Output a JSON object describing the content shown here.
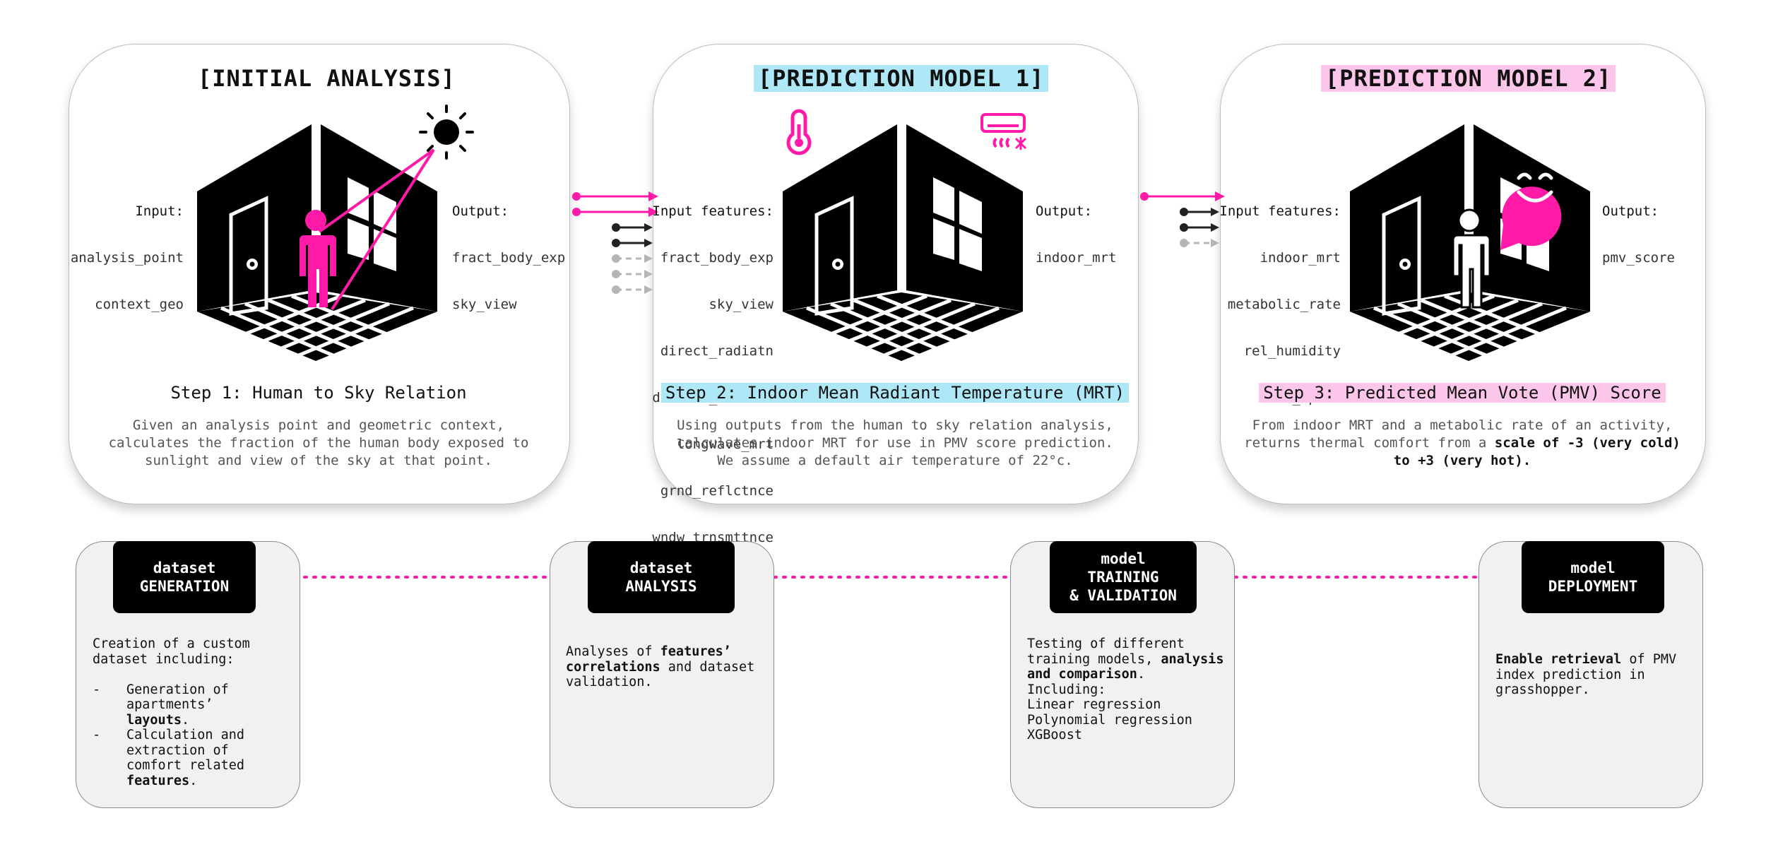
{
  "cards": [
    {
      "title": "[INITIAL ANALYSIS]",
      "input_label": "Input:",
      "inputs": [
        "analysis_point",
        "context_geo"
      ],
      "output_label": "Output:",
      "outputs": [
        "fract_body_exp",
        "sky_view"
      ],
      "step": "Step 1: Human to Sky Relation",
      "description": "Given an analysis point and geometric context, calculates the fraction of the human body exposed to sunlight and view of the sky at that point."
    },
    {
      "title": "[PREDICTION MODEL 1]",
      "input_label": "Input features:",
      "inputs": [
        "fract_body_exp",
        "sky_view",
        "direct_radiatn",
        "diffuse_radiatn",
        "longwave_mrt",
        "grnd_reflctnce",
        "wndw_trnsmttnce"
      ],
      "output_label": "Output:",
      "outputs": [
        "indoor_mrt"
      ],
      "step": "Step 2: Indoor Mean Radiant Temperature (MRT)",
      "description": "Using outputs from the human to sky relation analysis, calculates indoor MRT for use in PMV score prediction. We assume a default air temperature of 22°c."
    },
    {
      "title": "[PREDICTION MODEL 2]",
      "input_label": "Input features:",
      "inputs": [
        "indoor_mrt",
        "metabolic_rate",
        "rel_humidity",
        "air_speed"
      ],
      "output_label": "Output:",
      "outputs": [
        "pmv_score"
      ],
      "step": "Step 3: Predicted Mean Vote (PMV) Score",
      "description_plain": "From indoor MRT and a metabolic rate of an activity, returns thermal comfort from a ",
      "description_bold": "scale of -3 (very cold) to +3 (very hot)."
    }
  ],
  "pipeline": [
    {
      "badge_line1": "dataset",
      "badge_line2": "GENERATION",
      "intro": "Creation of a custom dataset including:",
      "bullet_dash": "-",
      "bullet1_plain": "Generation of apartments’ ",
      "bullet1_bold": "layouts",
      "bullet1_end": ".",
      "bullet2_plain": "Calculation and extraction of comfort related ",
      "bullet2_bold": "features",
      "bullet2_end": "."
    },
    {
      "badge_line1": "dataset",
      "badge_line2": "ANALYSIS",
      "text_plain1": "Analyses of ",
      "text_bold": "features’ correlations",
      "text_plain2": " and dataset validation."
    },
    {
      "badge_line1": "model",
      "badge_line2": "TRAINING",
      "badge_line3": "& VALIDATION",
      "text_plain1": "Testing of different training models, ",
      "text_bold": "analysis and comparison",
      "text_plain2": ".",
      "including": "Including:",
      "models": [
        "Linear regression",
        "Polynomial regression",
        "XGBoost"
      ]
    },
    {
      "badge_line1": "model",
      "badge_line2": "DEPLOYMENT",
      "text_bold": "Enable retrieval",
      "text_plain": " of PMV index prediction in grasshopper."
    }
  ],
  "colors": {
    "accent": "#ff1aa8",
    "highlight_blue": "#aee8f7",
    "highlight_pink": "#fbc6e9",
    "inactive": "#b5b5b5"
  },
  "icons": [
    "sun-icon",
    "person-icon",
    "thermometer-icon",
    "air-conditioner-icon",
    "smiley-speech-bubble-icon",
    "room-icon"
  ]
}
